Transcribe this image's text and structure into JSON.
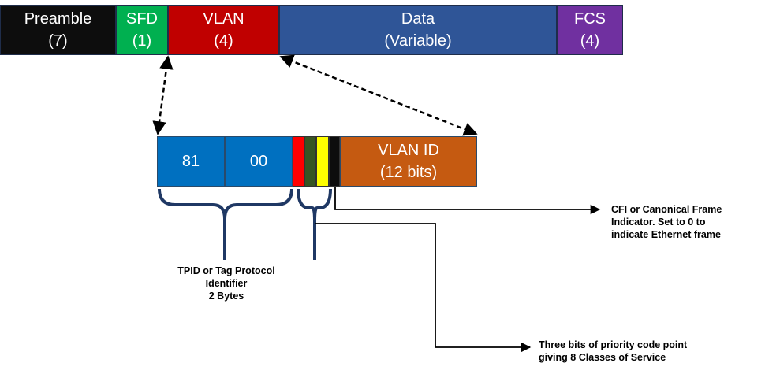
{
  "frame": {
    "fields": [
      {
        "name": "Preamble",
        "size": "(7)",
        "color": "#0d0d0d"
      },
      {
        "name": "SFD",
        "size": "(1)",
        "color": "#00b050"
      },
      {
        "name": "VLAN",
        "size": "(4)",
        "color": "#c00000"
      },
      {
        "name": "Data",
        "size": "(Variable)",
        "color": "#2f5597"
      },
      {
        "name": "FCS",
        "size": "(4)",
        "color": "#7030a0"
      }
    ]
  },
  "vlan_tag": {
    "tpid_byte1": "81",
    "tpid_byte2": "00",
    "tpid_color": "#0070c0",
    "pcp_colors": [
      "#ff0000",
      "#375623",
      "#ffff00"
    ],
    "cfi_color": "#0d0d0d",
    "vlan_id_label": "VLAN ID",
    "vlan_id_size": "(12 bits)",
    "vlan_id_color": "#c55a11"
  },
  "annotations": {
    "tpid_lines": [
      "TPID or Tag Protocol",
      "Identifier",
      "2 Bytes"
    ],
    "cfi_lines": [
      "CFI  or Canonical Frame",
      "Indicator. Set to 0 to",
      "indicate Ethernet frame"
    ],
    "pcp_lines": [
      "Three bits of priority code point",
      "giving 8 Classes  of Service"
    ]
  }
}
